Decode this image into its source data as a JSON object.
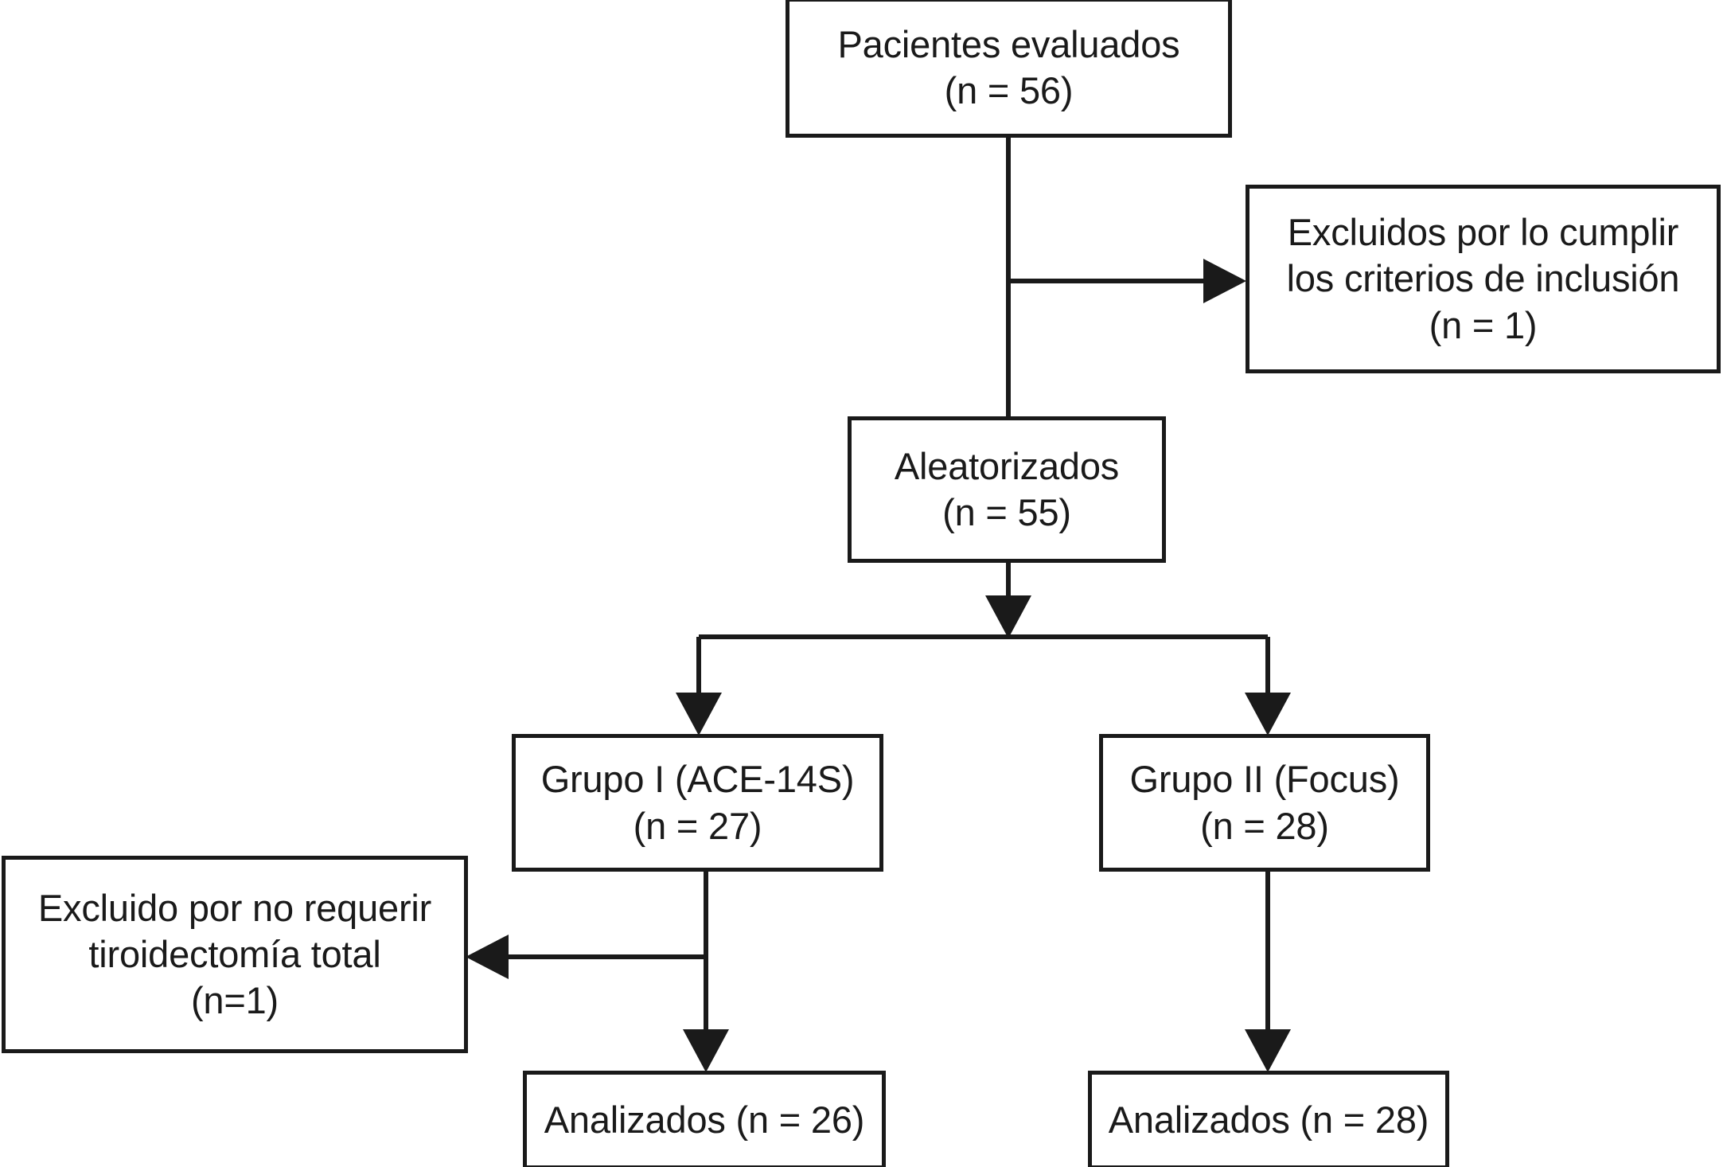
{
  "figure": {
    "type": "flowchart",
    "language": "es",
    "description": "CONSORT-style patient flow diagram",
    "colors": {
      "stroke": "#1a1a1a",
      "background": "#ffffff",
      "text": "#1a1a1a"
    }
  },
  "nodes": {
    "assessed": {
      "id": "assessed",
      "text": "Pacientes evaluados\n(n = 56)",
      "label": "Pacientes evaluados",
      "n": 56
    },
    "excluded_criteria": {
      "id": "excluded_criteria",
      "text": "Excluidos por lo cumplir\nlos criterios de inclusión\n(n = 1)",
      "label": "Excluidos por lo cumplir los criterios de inclusión",
      "n": 1
    },
    "randomized": {
      "id": "randomized",
      "text": "Aleatorizados\n(n = 55)",
      "label": "Aleatorizados",
      "n": 55
    },
    "group_one": {
      "id": "group_one",
      "text": "Grupo I (ACE-14S)\n(n = 27)",
      "label": "Grupo I (ACE-14S)",
      "n": 27
    },
    "group_two": {
      "id": "group_two",
      "text": "Grupo II (Focus)\n(n = 28)",
      "label": "Grupo II (Focus)",
      "n": 28
    },
    "excluded_thyroid": {
      "id": "excluded_thyroid",
      "text": "Excluido por no requerir\ntiroidectomía total\n(n=1)",
      "label": "Excluido por no requerir tiroidectomía total",
      "n": 1
    },
    "analyzed_one": {
      "id": "analyzed_one",
      "text": "Analizados (n = 26)",
      "label": "Analizados",
      "n": 26
    },
    "analyzed_two": {
      "id": "analyzed_two",
      "text": "Analizados (n = 28)",
      "label": "Analizados",
      "n": 28
    }
  },
  "edges": [
    {
      "from": "assessed",
      "to": "excluded_criteria",
      "arrow": "right"
    },
    {
      "from": "assessed",
      "to": "randomized",
      "arrow": "none"
    },
    {
      "from": "randomized",
      "to": "split",
      "arrow": "down"
    },
    {
      "from": "split",
      "to": "group_one",
      "arrow": "down"
    },
    {
      "from": "split",
      "to": "group_two",
      "arrow": "down"
    },
    {
      "from": "group_one",
      "to": "excluded_thyroid",
      "arrow": "left"
    },
    {
      "from": "group_one",
      "to": "analyzed_one",
      "arrow": "down"
    },
    {
      "from": "group_two",
      "to": "analyzed_two",
      "arrow": "down"
    }
  ]
}
